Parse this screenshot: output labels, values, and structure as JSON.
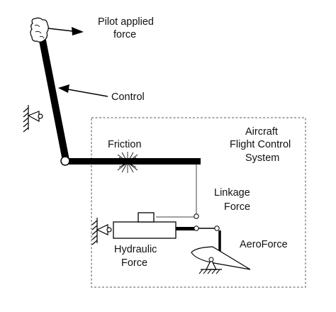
{
  "labels": {
    "pilot_force_line1": "Pilot applied",
    "pilot_force_line2": "force",
    "control": "Control",
    "friction": "Friction",
    "system_line1": "Aircraft",
    "system_line2": "Flight Control",
    "system_line3": "System",
    "linkage_line1": "Linkage",
    "linkage_line2": "Force",
    "aeroforce": "AeroForce",
    "hydraulic_line1": "Hydraulic",
    "hydraulic_line2": "Force"
  }
}
